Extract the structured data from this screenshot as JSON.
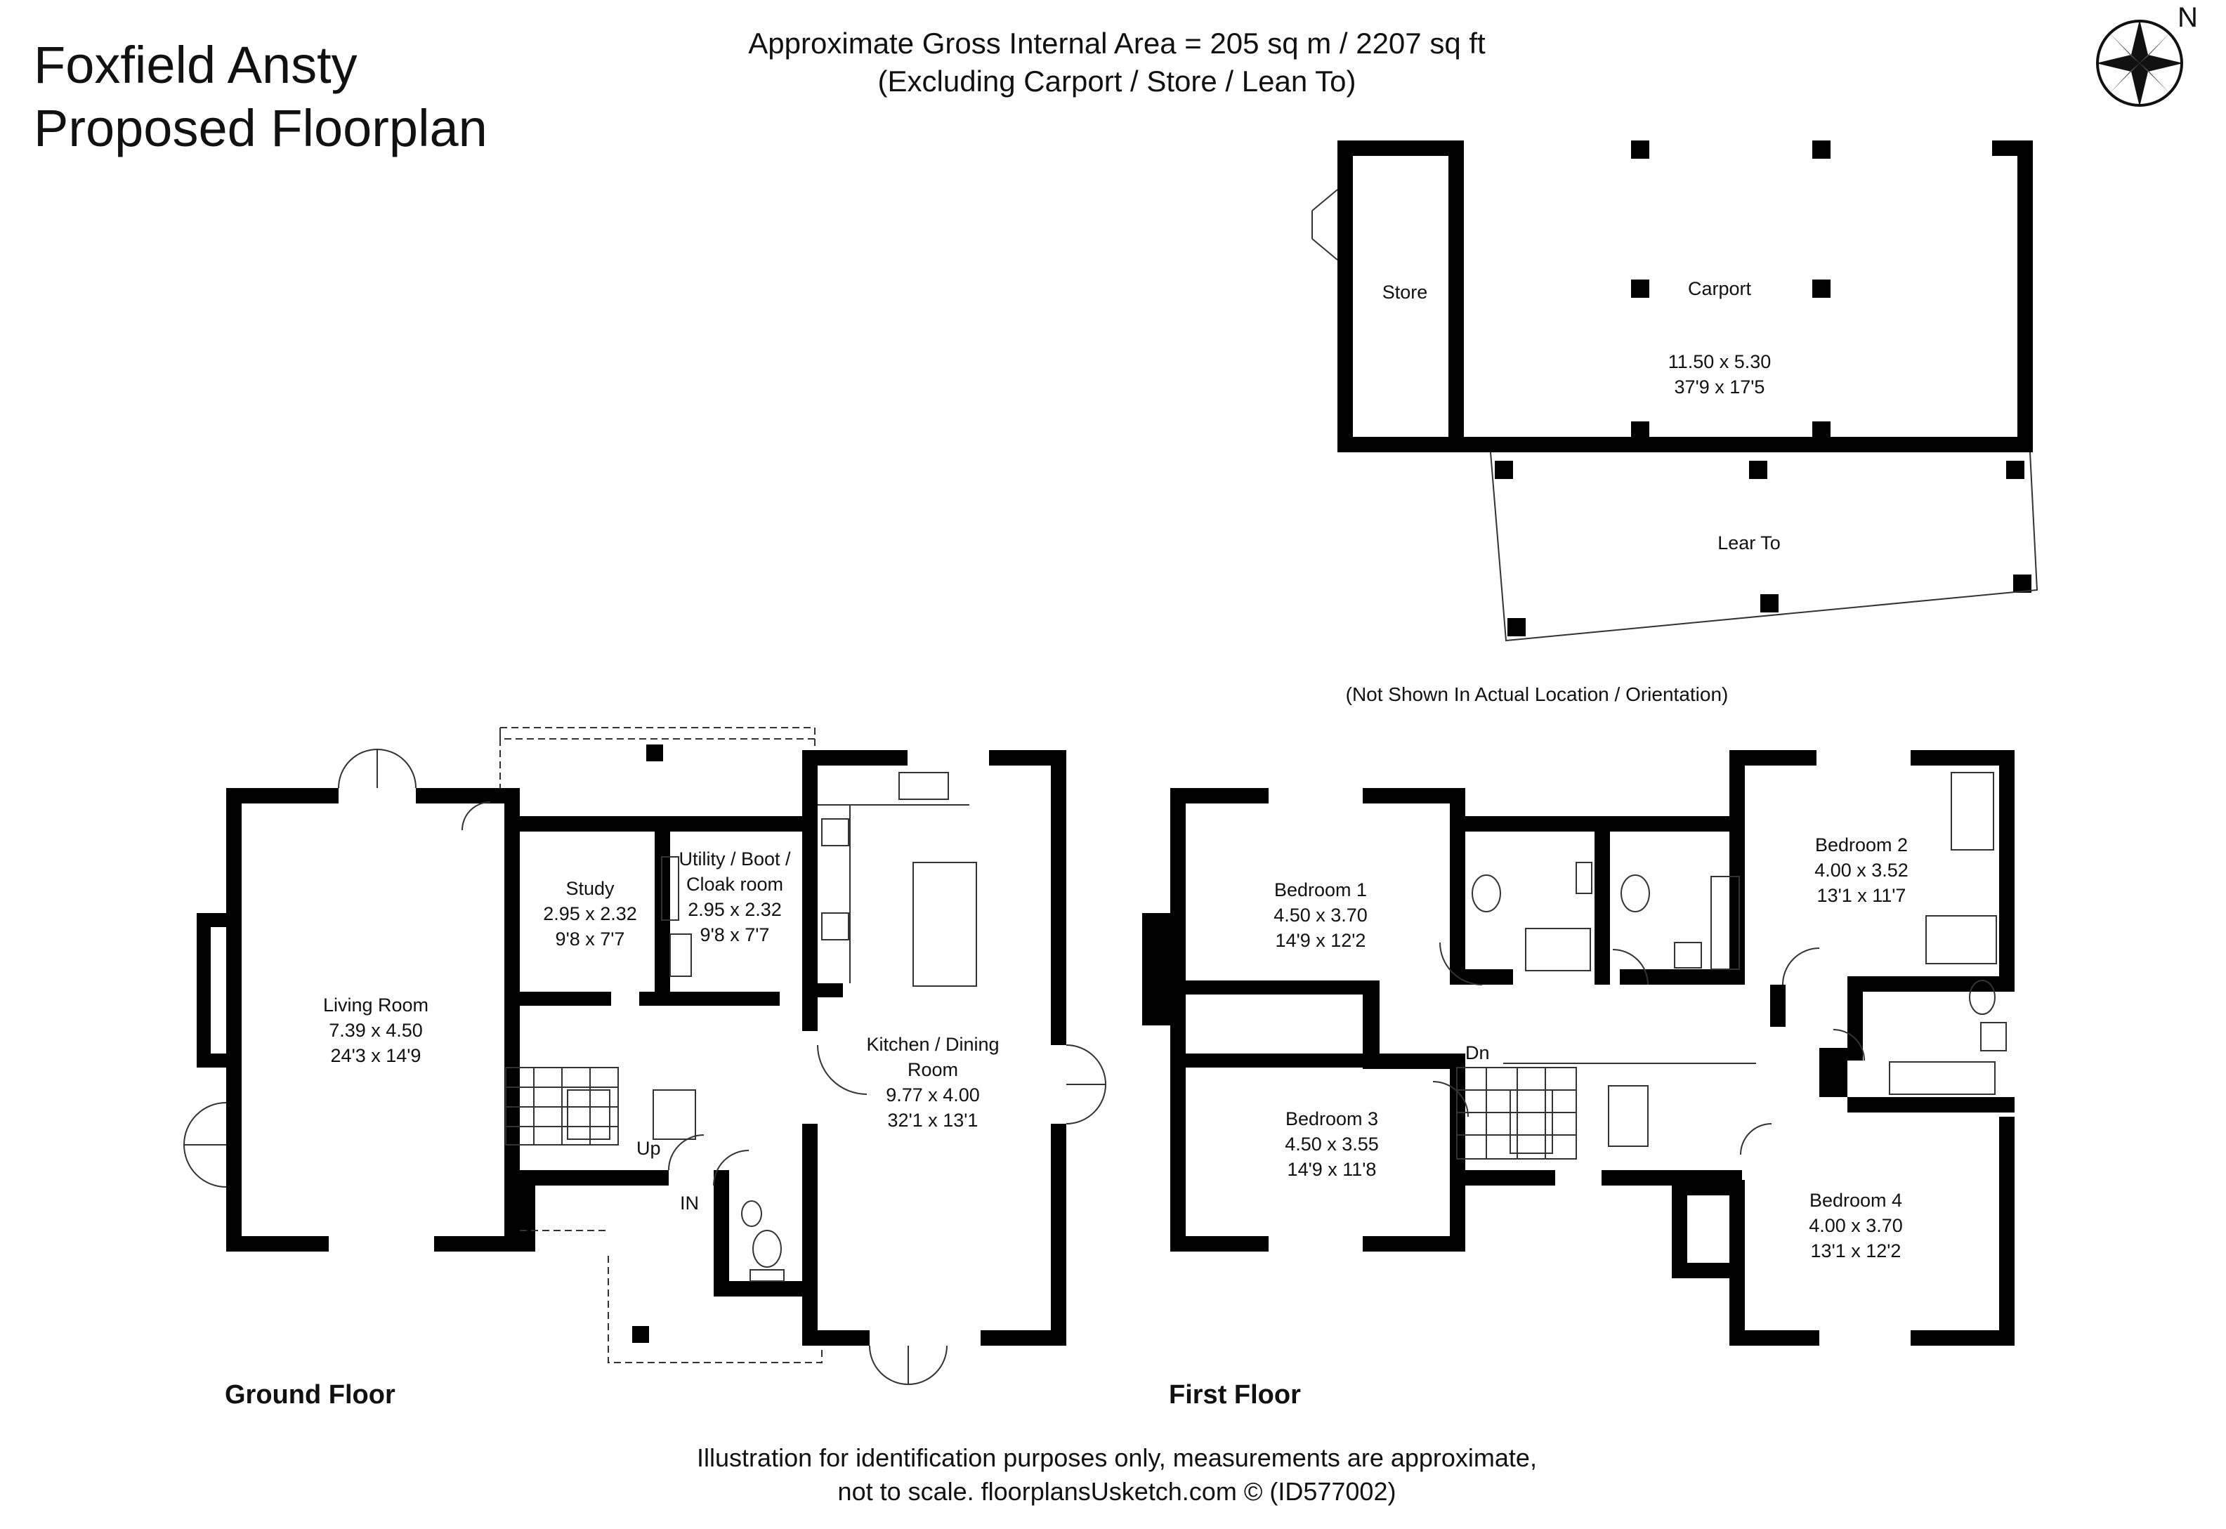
{
  "title": {
    "line1": "Foxfield Ansty",
    "line2": "Proposed Floorplan"
  },
  "area": {
    "line1": "Approximate Gross Internal Area = 205 sq m / 2207 sq ft",
    "line2": "(Excluding Carport / Store / Lean To)"
  },
  "compass": {
    "north": "N"
  },
  "outbuildings": {
    "store": "Store",
    "carport": {
      "name": "Carport",
      "metric": "11.50 x 5.30",
      "imperial": "37'9 x 17'5"
    },
    "lean_to": "Lear To",
    "note": "(Not Shown In Actual Location / Orientation)"
  },
  "ground_floor": {
    "label": "Ground Floor",
    "rooms": {
      "living": {
        "name": "Living Room",
        "metric": "7.39 x 4.50",
        "imperial": "24'3 x 14'9"
      },
      "study": {
        "name": "Study",
        "metric": "2.95 x 2.32",
        "imperial": "9'8 x 7'7"
      },
      "utility": {
        "name1": "Utility / Boot /",
        "name2": "Cloak room",
        "metric": "2.95 x 2.32",
        "imperial": "9'8 x 7'7"
      },
      "kitchen": {
        "name1": "Kitchen / Dining",
        "name2": "Room",
        "metric": "9.77 x 4.00",
        "imperial": "32'1 x 13'1"
      }
    },
    "stairs": "Up",
    "entrance": "IN"
  },
  "first_floor": {
    "label": "First Floor",
    "rooms": {
      "bedroom1": {
        "name": "Bedroom 1",
        "metric": "4.50 x 3.70",
        "imperial": "14'9 x 12'2"
      },
      "bedroom2": {
        "name": "Bedroom 2",
        "metric": "4.00 x 3.52",
        "imperial": "13'1 x 11'7"
      },
      "bedroom3": {
        "name": "Bedroom 3",
        "metric": "4.50 x 3.55",
        "imperial": "14'9 x 11'8"
      },
      "bedroom4": {
        "name": "Bedroom 4",
        "metric": "4.00 x 3.70",
        "imperial": "13'1 x 12'2"
      }
    },
    "stairs": "Dn"
  },
  "footer": {
    "line1": "Illustration for identification purposes only, measurements are approximate,",
    "line2": "not to scale. floorplansUsketch.com © (ID577002)"
  },
  "colors": {
    "wall": "#000000",
    "line": "#333333",
    "background": "#ffffff"
  }
}
